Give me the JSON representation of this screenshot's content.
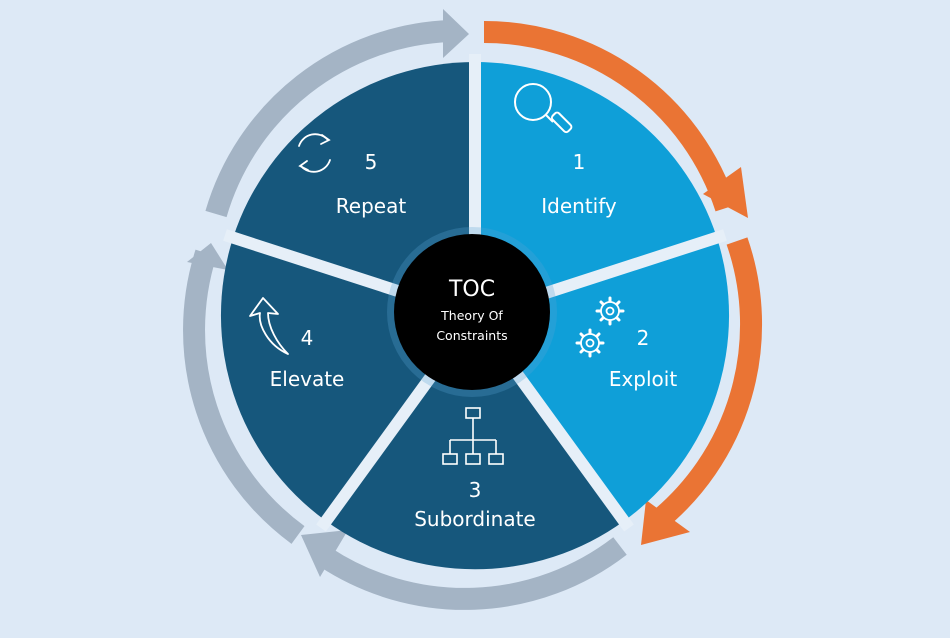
{
  "center": {
    "title": "TOC",
    "subtitle_line1": "Theory Of",
    "subtitle_line2": "Constraints"
  },
  "steps": [
    {
      "number": "1",
      "label": "Identify",
      "icon": "magnifier-icon",
      "color": "#0f9fd8",
      "arrow_color": "#ea7434"
    },
    {
      "number": "2",
      "label": "Exploit",
      "icon": "gears-icon",
      "color": "#0f9fd8",
      "arrow_color": "#ea7434"
    },
    {
      "number": "3",
      "label": "Subordinate",
      "icon": "hierarchy-icon",
      "color": "#16577c",
      "arrow_color": "#a4b4c5"
    },
    {
      "number": "4",
      "label": "Elevate",
      "icon": "up-arrow-icon",
      "color": "#16577c",
      "arrow_color": "#a4b4c5"
    },
    {
      "number": "5",
      "label": "Repeat",
      "icon": "cycle-icon",
      "color": "#16577c",
      "arrow_color": "#a4b4c5"
    }
  ],
  "colors": {
    "background": "#dde9f6",
    "active_segment": "#0f9fd8",
    "inactive_segment": "#16577c",
    "active_arrow": "#ea7434",
    "inactive_arrow": "#a4b4c5",
    "center_circle": "#000000"
  }
}
